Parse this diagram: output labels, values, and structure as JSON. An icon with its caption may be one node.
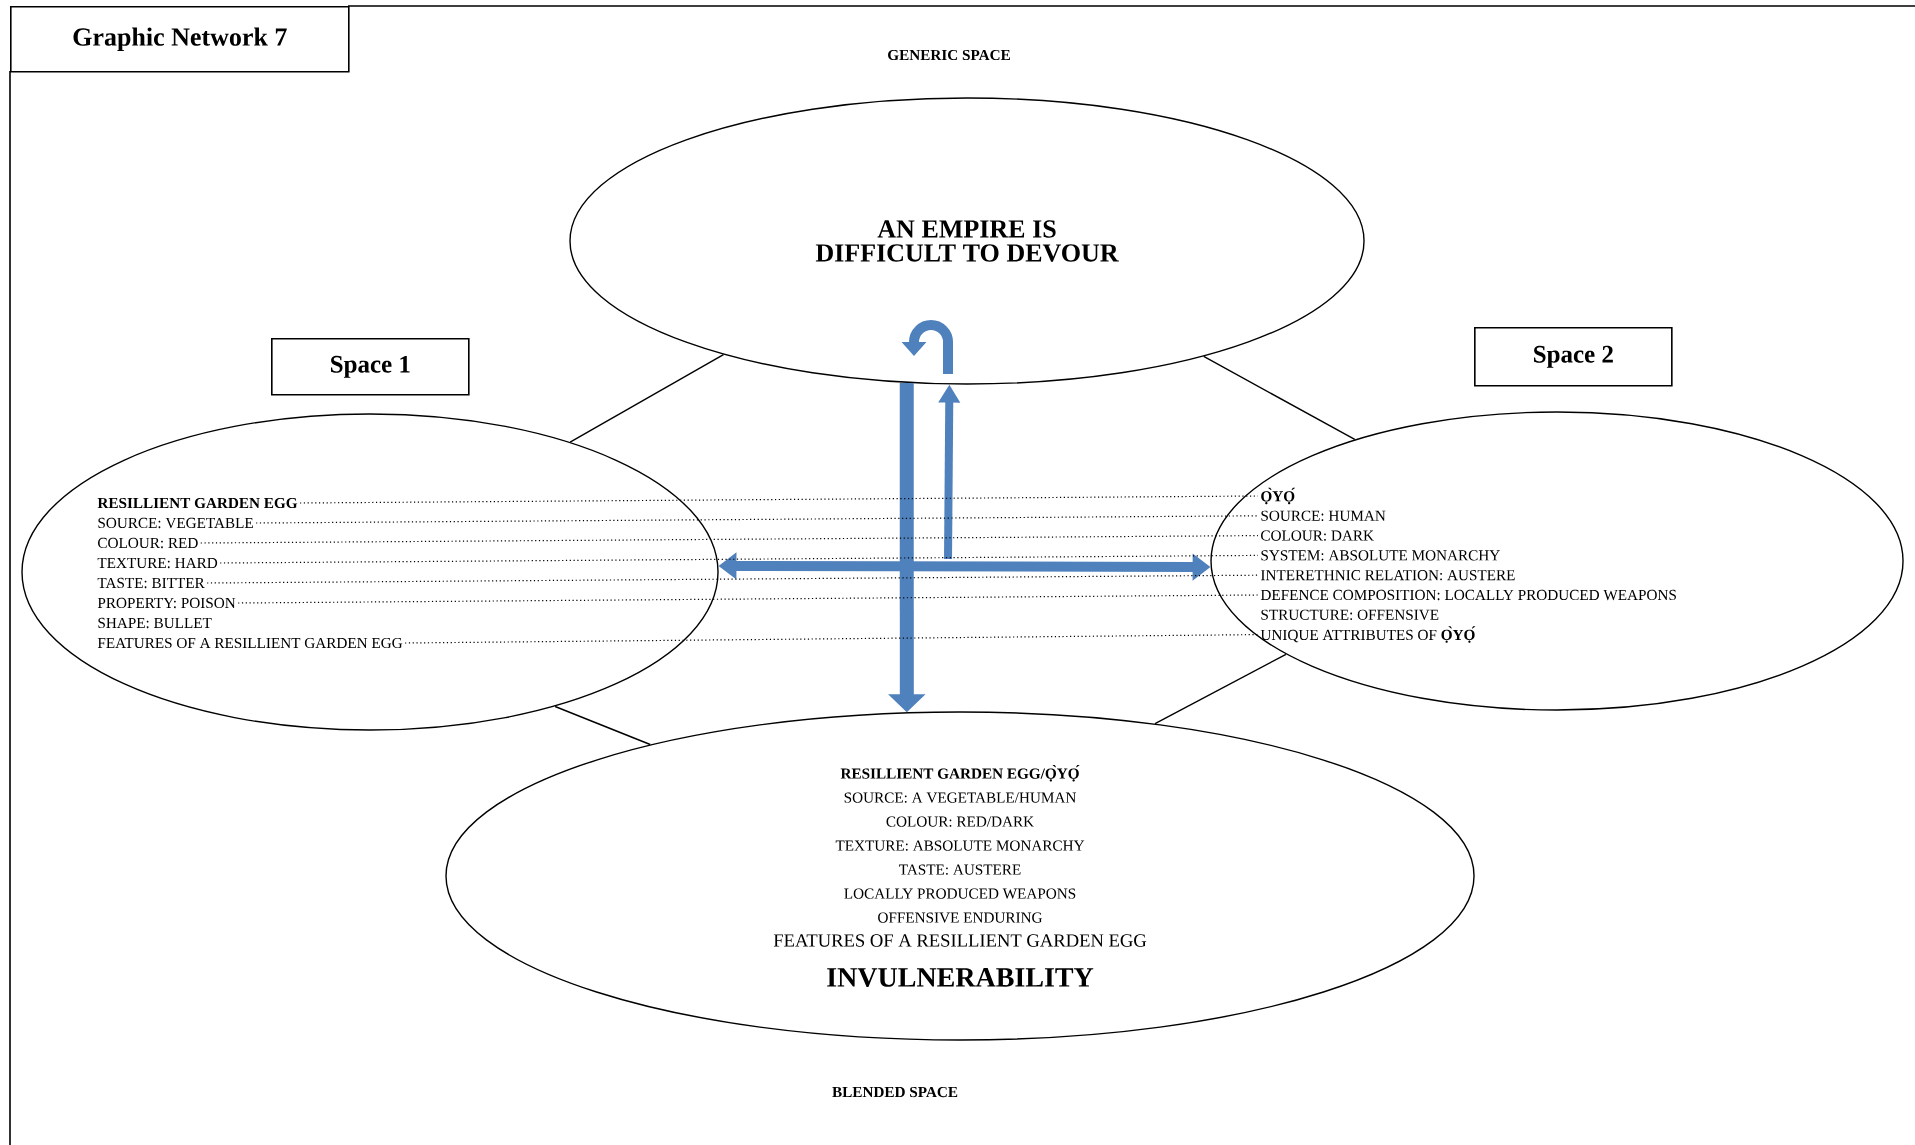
{
  "diagram": {
    "nodes": [
      {
        "text": [
          "Graphic Network 7"
        ]
      },
      {
        "text": [
          "AN EMPIRE IS DIFFICULT TO DEVOUR"
        ],
        "beside": [
          "GENERIC SPACE"
        ]
      },
      {
        "text": [
          "Space 1"
        ]
      },
      {
        "text": [
          "Space 2"
        ]
      },
      {
        "text": [],
        "shape": "ellipse"
      },
      {
        "text": [
          "RESILLIENT GARDEN EGG"
        ],
        "in": 4
      },
      {
        "text": [
          "SOURCE: VEGETABLE"
        ],
        "in": 4
      },
      {
        "text": [
          "COLOUR: RED"
        ],
        "in": 4
      },
      {
        "text": [
          "TEXTURE: HARD"
        ],
        "in": 4
      },
      {
        "text": [
          "TASTE: BITTER"
        ],
        "in": 4
      },
      {
        "text": [
          "PROPERTY: POISON"
        ],
        "in": 4
      },
      {
        "text": [
          "SHAPE: BULLET"
        ],
        "in": 4
      },
      {
        "text": [
          "FEATURES OF A RESILLIENT GARDEN EGG"
        ],
        "in": 4
      },
      {
        "text": [],
        "shape": "ellipse"
      },
      {
        "text": [
          "Ọ̀YỌ́"
        ],
        "in": 13
      },
      {
        "text": [
          "SOURCE: HUMAN"
        ],
        "in": 13
      },
      {
        "text": [
          "COLOUR: DARK"
        ],
        "in": 13
      },
      {
        "text": [
          "SYSTEM: ABSOLUTE MONARCHY"
        ],
        "in": 13
      },
      {
        "text": [
          "INTERETHNIC RELATION: AUSTERE"
        ],
        "in": 13
      },
      {
        "text": [
          "DEFENCE COMPOSITION: LOCALLY PRODUCED WEAPONS"
        ],
        "in": 13
      },
      {
        "text": [
          "STRUCTURE: OFFENSIVE"
        ],
        "in": 13
      },
      {
        "text": [
          "UNIQUE ATTRIBUTES OF **Ọ̀YỌ́**"
        ],
        "in": 13
      },
      {
        "text": [
          "RESILLIENT GARDEN EGG/Ọ̀YỌ́",
          "SOURCE: A VEGETABLE/HUMAN",
          "COLOUR: RED/DARK",
          "TEXTURE: ABSOLUTE MONARCHY",
          "TASTE: AUSTERE",
          "LOCALLY PRODUCED WEAPONS",
          "OFFENSIVE ENDURING",
          "FEATURES OF A RESILLIENT GARDEN EGG",
          "INVULNERABILITY"
        ],
        "beside": [
          "BLENDED SPACE"
        ]
      }
    ],
    "edges": [
      {
        "from": 1,
        "to": 4,
        "arrow": "none"
      },
      {
        "from": 1,
        "to": 13,
        "arrow": "none"
      },
      {
        "from": 4,
        "to": 22,
        "arrow": "none"
      },
      {
        "from": 13,
        "to": 22,
        "arrow": "none"
      },
      {
        "from": 1,
        "to": 22,
        "arrow": "to",
        "style": "thick",
        "color": "#4f81bd"
      },
      {
        "from": 4,
        "to": 13,
        "arrow": "both",
        "style": "thick",
        "color": "#4f81bd"
      },
      {
        "from": null,
        "to": 1,
        "arrow": "to",
        "style": "thick",
        "color": "#4f81bd"
      },
      {
        "from": 5,
        "to": 14,
        "arrow": "none",
        "style": "dashed"
      },
      {
        "from": 6,
        "to": 15,
        "arrow": "none",
        "style": "dashed"
      },
      {
        "from": 7,
        "to": 16,
        "arrow": "none",
        "style": "dashed"
      },
      {
        "from": 8,
        "to": 17,
        "arrow": "none",
        "style": "dashed"
      },
      {
        "from": 9,
        "to": 18,
        "arrow": "none",
        "style": "dashed"
      },
      {
        "from": 10,
        "to": 19,
        "arrow": "none",
        "style": "dashed"
      },
      {
        "from": 12,
        "to": 21,
        "arrow": "none",
        "style": "dashed"
      }
    ]
  }
}
